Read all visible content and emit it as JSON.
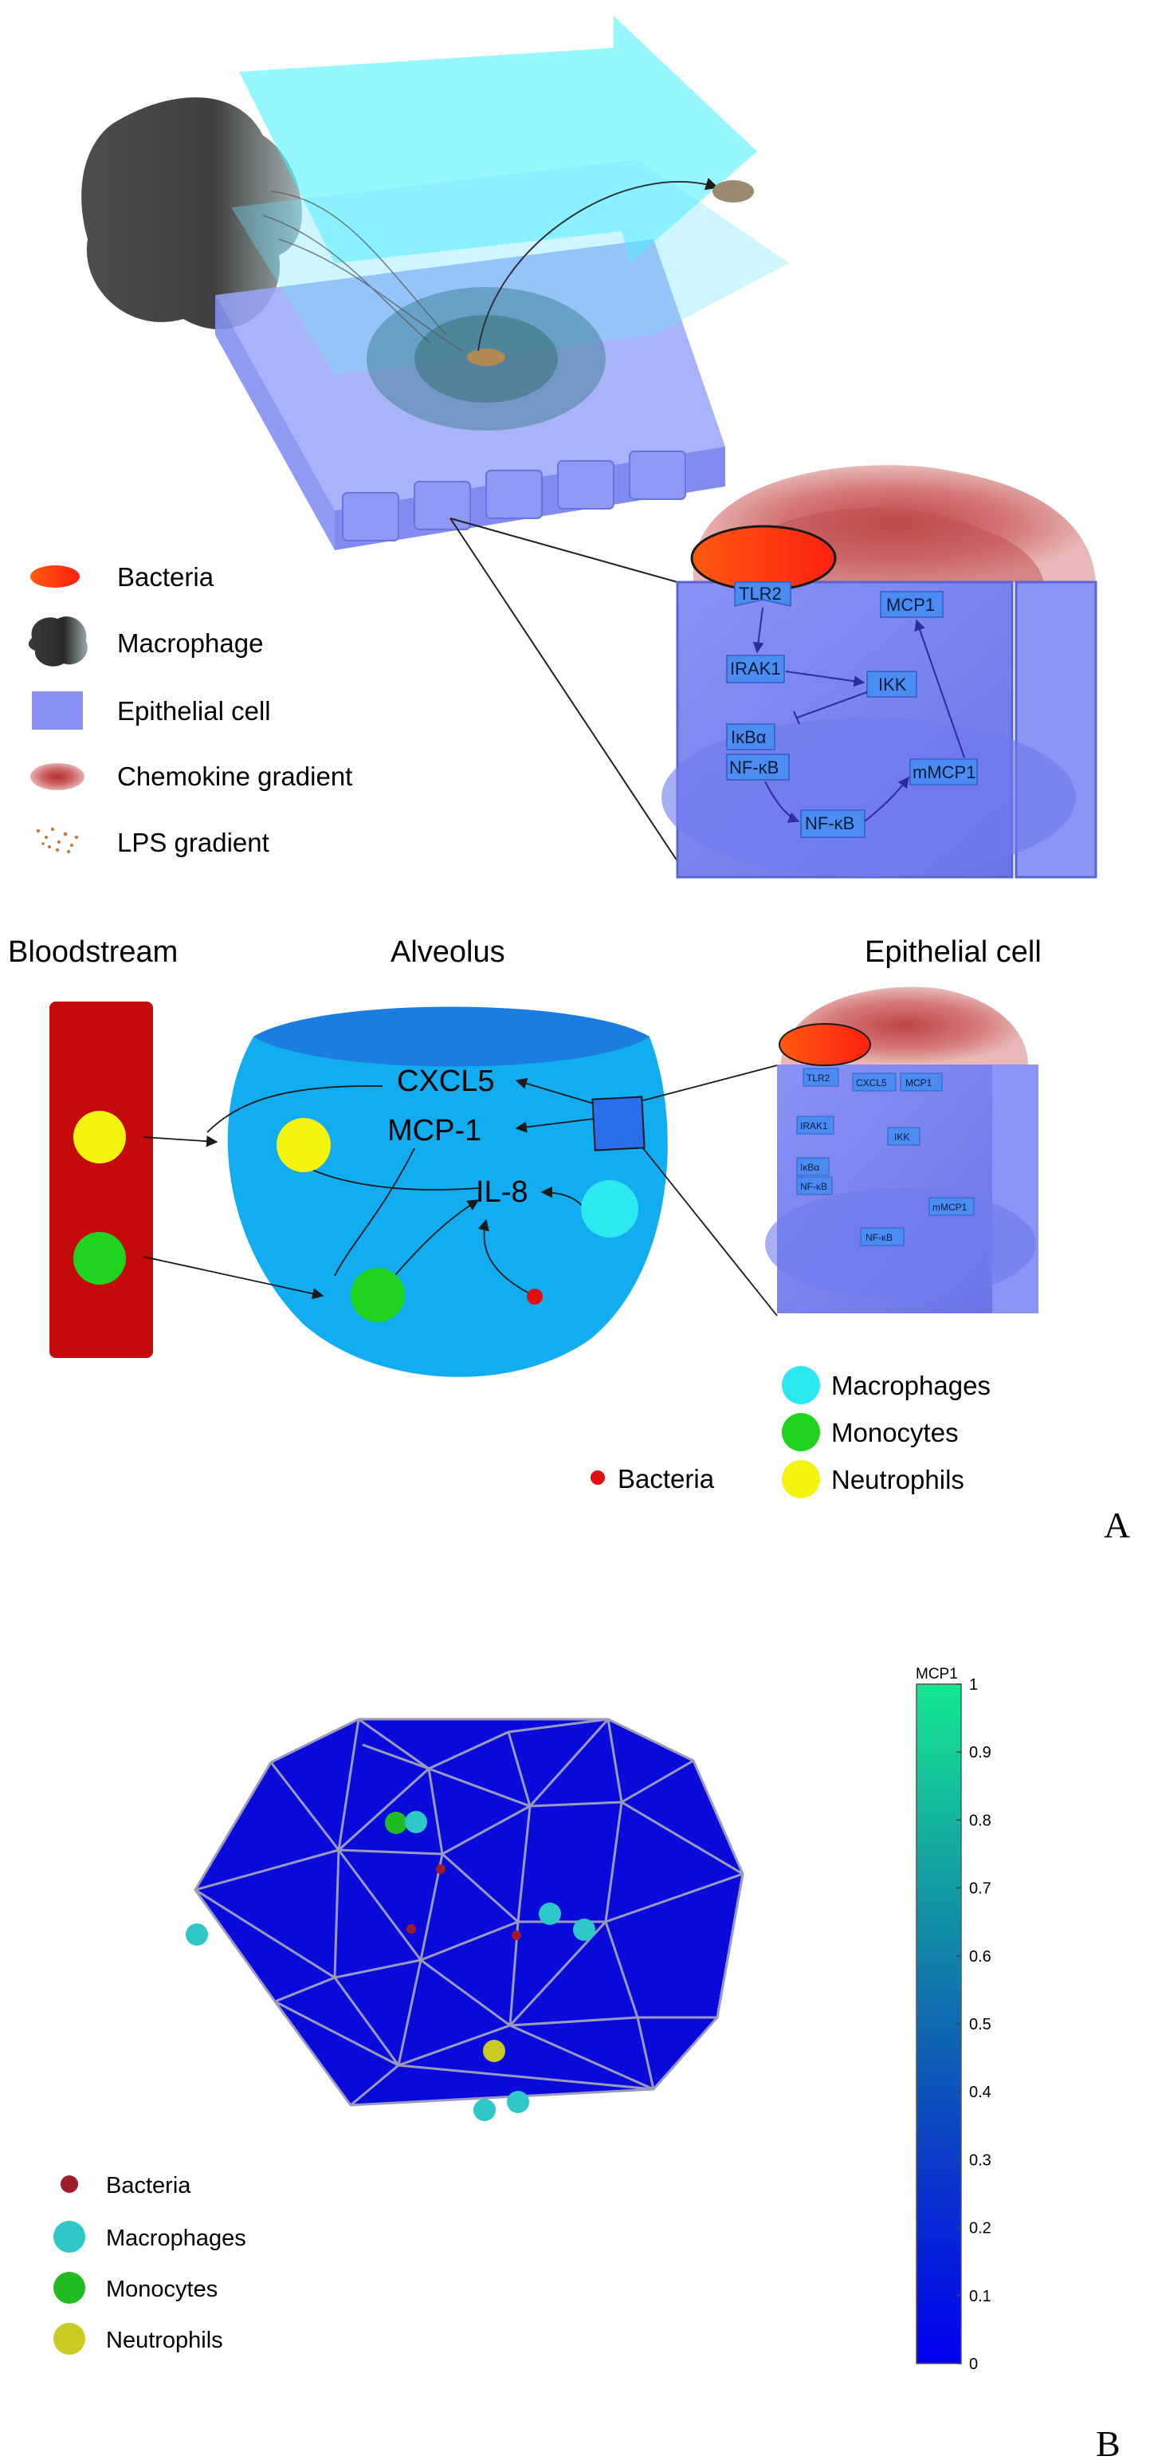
{
  "panel_top": {
    "legend": [
      {
        "key": "bacteria",
        "label": "Bacteria"
      },
      {
        "key": "macrophage",
        "label": "Macrophage"
      },
      {
        "key": "epithelial",
        "label": "Epithelial cell"
      },
      {
        "key": "chemokine",
        "label": "Chemokine gradient"
      },
      {
        "key": "lps",
        "label": "LPS gradient"
      }
    ],
    "pathway": {
      "tlr2": "TLR2",
      "irak1": "IRAK1",
      "ikk": "IKK",
      "ikba": "IκBα",
      "nfkb_bound": "NF-κB",
      "nfkb": "NF-κB",
      "mmcp1": "mMCP1",
      "mcp1": "MCP1"
    }
  },
  "panel_a": {
    "bloodstream_title": "Bloodstream",
    "alveolus_title": "Alveolus",
    "epithelial_title": "Epithelial cell",
    "cxcl5": "CXCL5",
    "mcp1": "MCP-1",
    "il8": "IL-8",
    "legend": [
      {
        "key": "macrophages",
        "label": "Macrophages",
        "color": "#2de8f0"
      },
      {
        "key": "monocytes",
        "label": "Monocytes",
        "color": "#1ed41e"
      },
      {
        "key": "neutrophils",
        "label": "Neutrophils",
        "color": "#f4f40f"
      }
    ],
    "bacteria_label": "Bacteria",
    "panel_letter": "A",
    "mini_pathway": {
      "tlr2": "TLR2",
      "cxcl5": "CXCL5",
      "mcp1": "MCP1",
      "irak1": "IRAK1",
      "ikk": "IKK",
      "ikba": "IκBα",
      "nfkb_bound": "NF-κB",
      "nfkb": "NF-κB",
      "mmcp1": "mMCP1"
    }
  },
  "panel_b": {
    "colorbar_title": "MCP1",
    "colorbar_ticks": [
      "1",
      "0.9",
      "0.8",
      "0.7",
      "0.6",
      "0.5",
      "0.4",
      "0.3",
      "0.2",
      "0.1",
      "0"
    ],
    "legend": [
      {
        "key": "bacteria",
        "label": "Bacteria",
        "color": "#a01c2a"
      },
      {
        "key": "macrophages",
        "label": "Macrophages",
        "color": "#2ec8c8"
      },
      {
        "key": "monocytes",
        "label": "Monocytes",
        "color": "#22bb22"
      },
      {
        "key": "neutrophils",
        "label": "Neutrophils",
        "color": "#c8cc22"
      }
    ],
    "panel_letter": "B"
  }
}
